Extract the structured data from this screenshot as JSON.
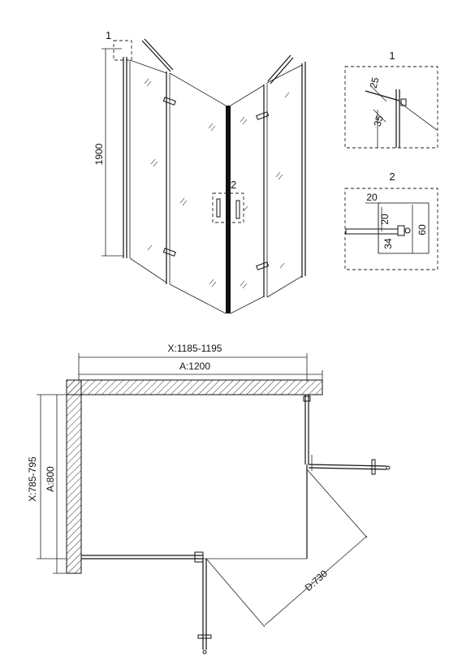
{
  "top_view": {
    "callout_1": "1",
    "callout_2": "2",
    "height_dim": "1900"
  },
  "detail_1": {
    "title": "1",
    "dim_a": "25",
    "dim_b": "35"
  },
  "detail_2": {
    "title": "2",
    "dim_width": "20",
    "dim_upper": "20",
    "dim_lower": "34",
    "dim_total": "60"
  },
  "plan_view": {
    "x_width": "X:1185-1195",
    "a_width": "A:1200",
    "x_depth": "X:785-795",
    "a_depth": "A:800",
    "door_swing": "D:730"
  },
  "colors": {
    "line": "#111111",
    "hatch": "#333333",
    "background": "#ffffff"
  }
}
